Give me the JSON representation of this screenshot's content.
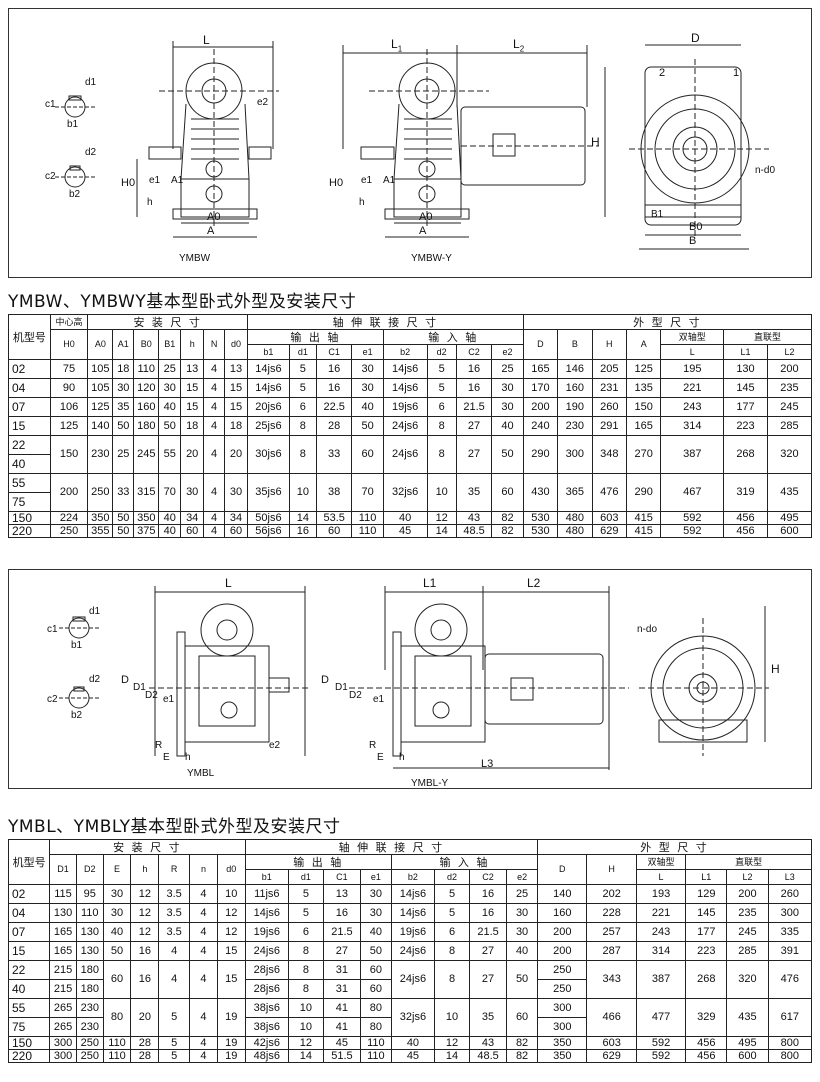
{
  "drawing1": {
    "labels": {
      "ymbw": "YMBW",
      "ymbw_y": "YMBW-Y",
      "L": "L",
      "L1": "L",
      "L1_sub": "1",
      "L2": "L",
      "L2_sub": "2",
      "D": "D",
      "H": "H",
      "H0": "H0",
      "h": "h",
      "A0": "A0",
      "A": "A",
      "A1": "A1",
      "e1": "e1",
      "e2": "e2",
      "d1": "d1",
      "d2": "d2",
      "c1": "c1",
      "c2": "c2",
      "b1": "b1",
      "b2": "b2",
      "B1": "B1",
      "B0": "B0",
      "B": "B",
      "nd0": "n-d0",
      "one": "1",
      "two": "2"
    }
  },
  "title1": "YMBW、YMBWY基本型卧式外型及安装尺寸",
  "table1": {
    "head": {
      "model": "机型号",
      "center_height": "中心高",
      "install": "安 装 尺 寸",
      "shaft": "轴 伸 联 接 尺 寸",
      "outline": "外 型 尺 寸",
      "output": "输 出 轴",
      "input": "输 入 轴",
      "double": "双轴型",
      "direct": "直联型",
      "H0": "H0",
      "A0": "A0",
      "A1": "A1",
      "B0": "B0",
      "B1": "B1",
      "h": "h",
      "N": "N",
      "d0": "d0",
      "b1": "b1",
      "d1": "d1",
      "C1": "C1",
      "e1": "e1",
      "b2": "b2",
      "d2": "d2",
      "C2": "C2",
      "e2": "e2",
      "D": "D",
      "B": "B",
      "H": "H",
      "A": "A",
      "L": "L",
      "L1": "L1",
      "L2": "L2"
    },
    "rows": [
      {
        "m": "02",
        "c": [
          "75",
          "105",
          "18",
          "110",
          "25",
          "13",
          "4",
          "13",
          "14js6",
          "5",
          "16",
          "30",
          "14js6",
          "5",
          "16",
          "25",
          "165",
          "146",
          "205",
          "125",
          "195",
          "130",
          "200"
        ]
      },
      {
        "m": "04",
        "c": [
          "90",
          "105",
          "30",
          "120",
          "30",
          "15",
          "4",
          "15",
          "14js6",
          "5",
          "16",
          "30",
          "14js6",
          "5",
          "16",
          "30",
          "170",
          "160",
          "231",
          "135",
          "221",
          "145",
          "235"
        ]
      },
      {
        "m": "07",
        "c": [
          "106",
          "125",
          "35",
          "160",
          "40",
          "15",
          "4",
          "15",
          "20js6",
          "6",
          "22.5",
          "40",
          "19js6",
          "6",
          "21.5",
          "30",
          "200",
          "190",
          "260",
          "150",
          "243",
          "177",
          "245"
        ]
      },
      {
        "m": "15",
        "c": [
          "125",
          "140",
          "50",
          "180",
          "50",
          "18",
          "4",
          "18",
          "25js6",
          "8",
          "28",
          "50",
          "24js6",
          "8",
          "27",
          "40",
          "240",
          "230",
          "291",
          "165",
          "314",
          "223",
          "285"
        ]
      }
    ],
    "group_rows": [
      {
        "m1": "22",
        "m2": "40",
        "c": [
          "150",
          "230",
          "25",
          "245",
          "55",
          "20",
          "4",
          "20",
          "30js6",
          "8",
          "33",
          "60",
          "24js6",
          "8",
          "27",
          "50",
          "290",
          "300",
          "348",
          "270",
          "387",
          "268",
          "320"
        ]
      },
      {
        "m1": "55",
        "m2": "75",
        "c": [
          "200",
          "250",
          "33",
          "315",
          "70",
          "30",
          "4",
          "30",
          "35js6",
          "10",
          "38",
          "70",
          "32js6",
          "10",
          "35",
          "60",
          "430",
          "365",
          "476",
          "290",
          "467",
          "319",
          "435"
        ]
      }
    ],
    "tail_rows": [
      {
        "m": "150",
        "c": [
          "224",
          "350",
          "50",
          "350",
          "40",
          "34",
          "4",
          "34",
          "50js6",
          "14",
          "53.5",
          "110",
          "40",
          "12",
          "43",
          "82",
          "530",
          "480",
          "603",
          "415",
          "592",
          "456",
          "495"
        ]
      },
      {
        "m": "220",
        "c": [
          "250",
          "355",
          "50",
          "375",
          "40",
          "60",
          "4",
          "60",
          "56js6",
          "16",
          "60",
          "110",
          "45",
          "14",
          "48.5",
          "82",
          "530",
          "480",
          "629",
          "415",
          "592",
          "456",
          "600"
        ]
      }
    ]
  },
  "drawing2": {
    "labels": {
      "ymbl": "YMBL",
      "ymbl_y": "YMBL-Y",
      "L": "L",
      "L1": "L1",
      "L2": "L2",
      "L3": "L3",
      "D": "D",
      "D1": "D1",
      "D2": "D2",
      "H": "H",
      "e1": "e1",
      "e2": "e2",
      "R": "R",
      "E": "E",
      "h": "h",
      "nd0": "n-do",
      "d1": "d1",
      "d2": "d2",
      "c1": "c1",
      "c2": "c2",
      "b1": "b1",
      "b2": "b2"
    }
  },
  "title2": "YMBL、YMBLY基本型卧式外型及安装尺寸",
  "table2": {
    "head": {
      "model": "机型号",
      "install": "安 装 尺 寸",
      "shaft": "轴 伸 联 接 尺 寸",
      "outline": "外 型 尺 寸",
      "output": "输 出 轴",
      "input": "输 入 轴",
      "double": "双轴型",
      "direct": "直联型",
      "D1": "D1",
      "D2": "D2",
      "E": "E",
      "h": "h",
      "R": "R",
      "n": "n",
      "d0": "d0",
      "b1": "b1",
      "d1": "d1",
      "C1": "C1",
      "e1": "e1",
      "b2": "b2",
      "d2": "d2",
      "C2": "C2",
      "e2": "e2",
      "D": "D",
      "H": "H",
      "L": "L",
      "L1": "L1",
      "L2": "L2",
      "L3": "L3"
    },
    "rows": [
      {
        "m": "02",
        "c": [
          "115",
          "95",
          "30",
          "12",
          "3.5",
          "4",
          "10",
          "11js6",
          "5",
          "13",
          "30",
          "14js6",
          "5",
          "16",
          "25",
          "140",
          "202",
          "193",
          "129",
          "200",
          "260"
        ]
      },
      {
        "m": "04",
        "c": [
          "130",
          "110",
          "30",
          "12",
          "3.5",
          "4",
          "12",
          "14js6",
          "5",
          "16",
          "30",
          "14js6",
          "5",
          "16",
          "30",
          "160",
          "228",
          "221",
          "145",
          "235",
          "300"
        ]
      },
      {
        "m": "07",
        "c": [
          "165",
          "130",
          "40",
          "12",
          "3.5",
          "4",
          "12",
          "19js6",
          "6",
          "21.5",
          "40",
          "19js6",
          "6",
          "21.5",
          "30",
          "200",
          "257",
          "243",
          "177",
          "245",
          "335"
        ]
      },
      {
        "m": "15",
        "c": [
          "165",
          "130",
          "50",
          "16",
          "4",
          "4",
          "15",
          "24js6",
          "8",
          "27",
          "50",
          "24js6",
          "8",
          "27",
          "40",
          "200",
          "287",
          "314",
          "223",
          "285",
          "391"
        ]
      }
    ],
    "pair_a": {
      "m1": "22",
      "m2": "40",
      "d1a": "215",
      "d1b": "215",
      "d2a": "180",
      "d2b": "180",
      "shared": [
        "60",
        "16",
        "4",
        "4",
        "15"
      ],
      "outA": [
        "28js6",
        "8",
        "31",
        "60"
      ],
      "outB": [
        "28js6",
        "8",
        "31",
        "60"
      ],
      "input": [
        "24js6",
        "8",
        "27",
        "50"
      ],
      "Da": "250",
      "Db": "250",
      "tail": [
        "343",
        "387",
        "268",
        "320",
        "476"
      ]
    },
    "pair_b": {
      "m1": "55",
      "m2": "75",
      "d1a": "265",
      "d1b": "265",
      "d2a": "230",
      "d2b": "230",
      "shared": [
        "80",
        "20",
        "5",
        "4",
        "19"
      ],
      "outA": [
        "38js6",
        "10",
        "41",
        "80"
      ],
      "outB": [
        "38js6",
        "10",
        "41",
        "80"
      ],
      "input": [
        "32js6",
        "10",
        "35",
        "60"
      ],
      "Da": "300",
      "Db": "300",
      "tail": [
        "466",
        "477",
        "329",
        "435",
        "617"
      ]
    },
    "tail_rows": [
      {
        "m": "150",
        "c": [
          "300",
          "250",
          "110",
          "28",
          "5",
          "4",
          "19",
          "42js6",
          "12",
          "45",
          "110",
          "40",
          "12",
          "43",
          "82",
          "350",
          "603",
          "592",
          "456",
          "495",
          "800"
        ]
      },
      {
        "m": "220",
        "c": [
          "300",
          "250",
          "110",
          "28",
          "5",
          "4",
          "19",
          "48js6",
          "14",
          "51.5",
          "110",
          "45",
          "14",
          "48.5",
          "82",
          "350",
          "629",
          "592",
          "456",
          "600",
          "800"
        ]
      }
    ]
  }
}
